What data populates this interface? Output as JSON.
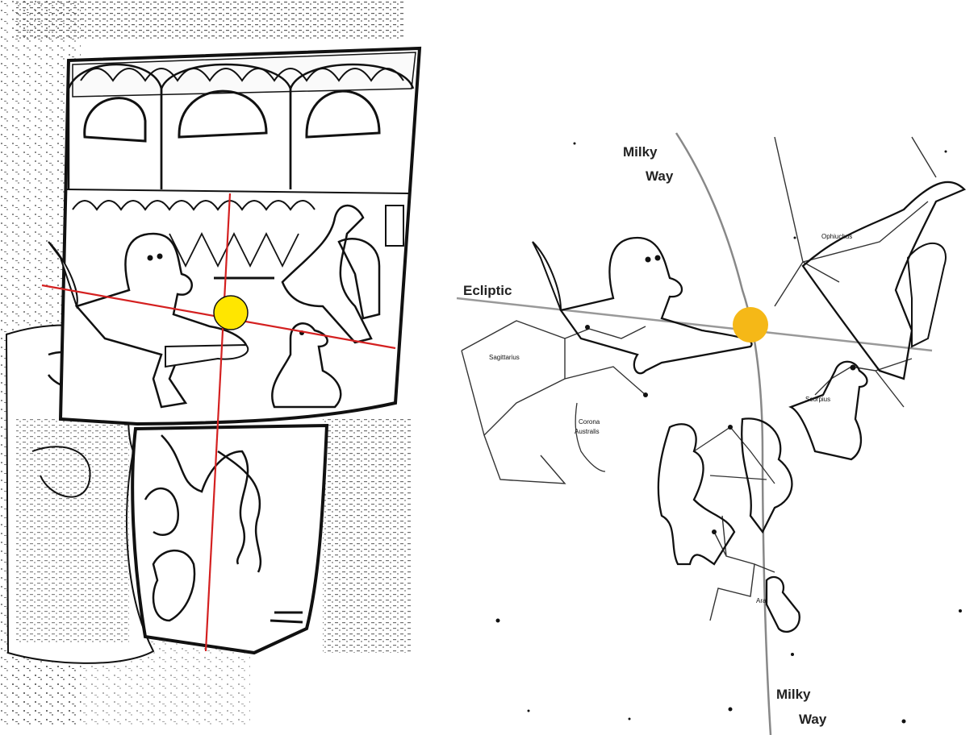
{
  "left_panel": {
    "marker_color": "#ffe600",
    "line_color": "#d42020"
  },
  "right_panel": {
    "marker_color": "#f5b817",
    "labels": {
      "milky_way_top_1": "Milky",
      "milky_way_top_2": "Way",
      "ecliptic": "Ecliptic",
      "ophiuchus": "Ophiuchus",
      "sagittarius": "Sagittarius",
      "corona_1": "Corona",
      "corona_2": "Australis",
      "scorpius": "Scorpius",
      "ara": "Ara",
      "milky_way_bottom_1": "Milky",
      "milky_way_bottom_2": "Way"
    }
  }
}
